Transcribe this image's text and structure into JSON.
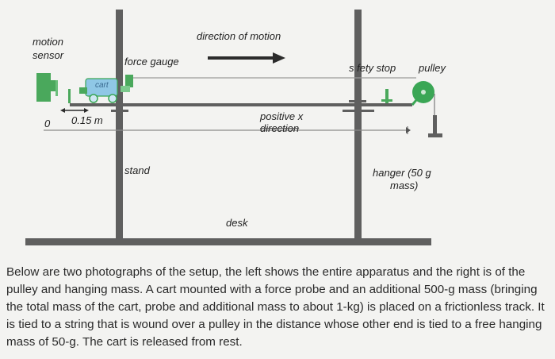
{
  "labels": {
    "motion_sensor_line1": "motion",
    "motion_sensor_line2": "sensor",
    "direction_of_motion": "direction of motion",
    "force_gauge": "force gauge",
    "cart": "cart",
    "safety_stop": "s fety stop",
    "pulley": "pulley",
    "origin": "0",
    "distance": "0.15 m",
    "positive_x_line1": "positive x",
    "positive_x_line2": "direction",
    "stand": "stand",
    "hanger_line1": "hanger (50 g",
    "hanger_line2": "mass)",
    "desk": "desk"
  },
  "description": "Below are two photographs of the setup, the left shows the entire apparatus and the right is of the pulley and hanging mass. A cart mounted with a force probe and an additional 500-g mass (bringing the total mass of the cart, probe and additional mass to about 1-kg) is placed on a frictionless track. It is tied to a string that is wound over a pulley in the distance whose other end is tied to a free hanging mass of 50-g. The cart is released from rest.",
  "colors": {
    "structure": "#5f5f5f",
    "equipment_green": "#3aa655",
    "cart_body": "#8fc7e6",
    "arrow": "#2b2b2b"
  }
}
